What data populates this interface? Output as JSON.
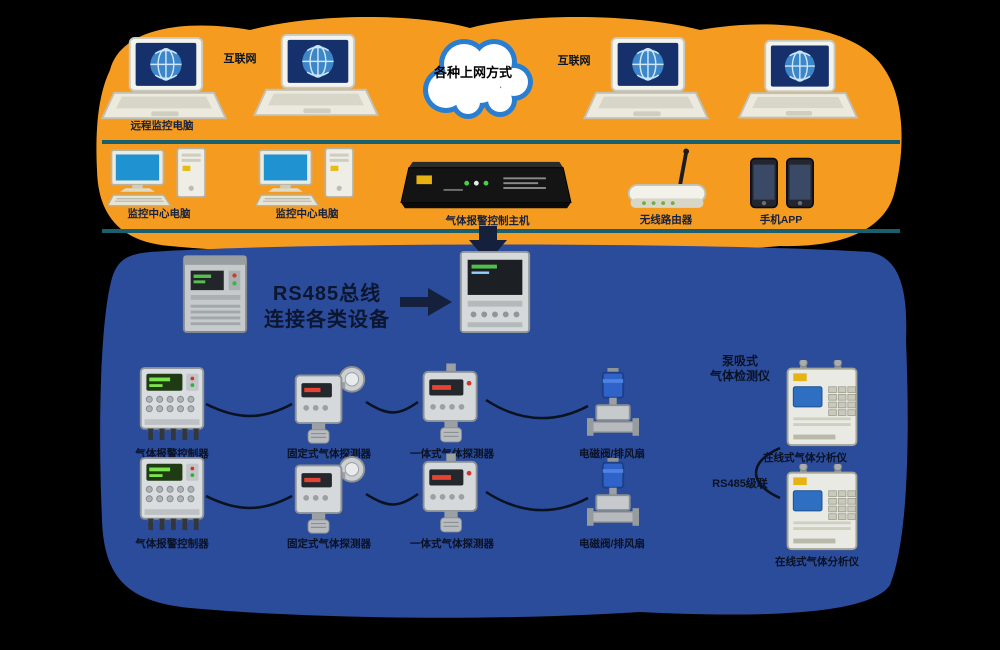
{
  "cloud": {
    "label": "各种上网方式"
  },
  "top_row": {
    "caption": "远程监控电脑",
    "link_left": "互联网",
    "link_right": "互联网"
  },
  "server_row": {
    "desktop_left": "监控中心电脑",
    "desktop_right": "监控中心电脑",
    "rack": "气体报警控制主机",
    "router": "无线路由器",
    "phones": "手机APP"
  },
  "bus": {
    "line1": "RS485总线",
    "line2": "连接各类设备"
  },
  "field_rows": [
    {
      "d1": "气体报警控制器",
      "d2": "固定式气体探测器",
      "d3": "一体式气体探测器",
      "d4": "电磁阀/排风扇"
    },
    {
      "d1": "气体报警控制器",
      "d2": "固定式气体探测器",
      "d3": "一体式气体探测器",
      "d4": "电磁阀/排风扇"
    }
  ],
  "right_col": {
    "top_line1": "泵吸式",
    "top_line2": "气体检测仪",
    "link": "RS485级联",
    "analyzer_top": "在线式气体分析仪",
    "analyzer_bottom": "在线式气体分析仪"
  },
  "colors": {
    "orange": "#F59C20",
    "blue": "#2B4B9B",
    "teal": "#1A5F6C",
    "cloud_blue": "#2A7ED2",
    "arrow_navy": "#15213C"
  }
}
